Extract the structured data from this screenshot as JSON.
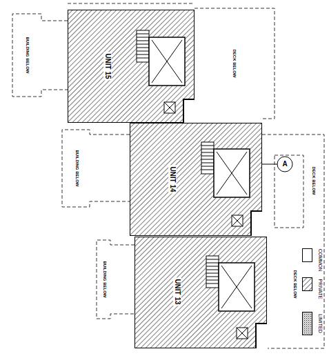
{
  "diagram": {
    "nodes": [
      {
        "text": [
          "UNIT 15"
        ]
      },
      {
        "text": [
          "UNIT 14"
        ]
      },
      {
        "text": [
          "UNIT 13"
        ]
      }
    ],
    "labels": [
      "A",
      "BUILDING BELOW",
      "BUILDING BELOW",
      "BUILDING BELOW",
      "DECK BELOW",
      "DECK BELOW",
      "DECK BELOW"
    ],
    "legend": [
      {
        "text": "COMMON",
        "color": "#ffffff"
      },
      {
        "text": "PRIVATE"
      },
      {
        "text": "LIMITED"
      }
    ]
  }
}
